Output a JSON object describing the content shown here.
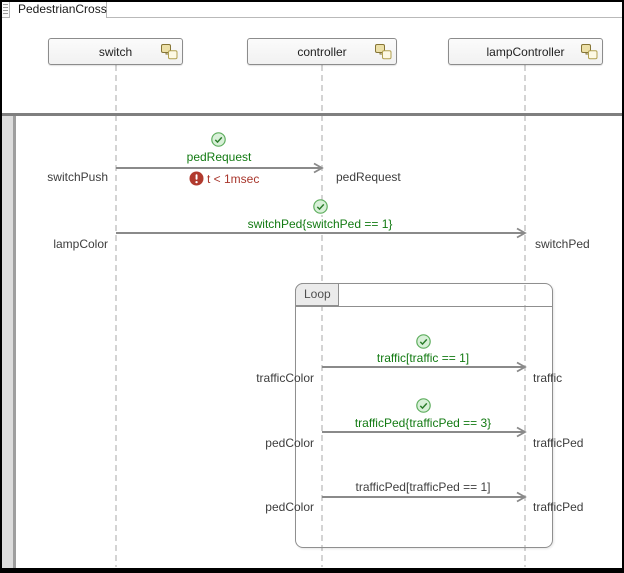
{
  "window": {
    "tab_title": "PedestrianCross"
  },
  "lifelines": [
    {
      "label": "switch"
    },
    {
      "label": "controller"
    },
    {
      "label": "lampController"
    }
  ],
  "fragment": {
    "operator": "Loop"
  },
  "messages": [
    {
      "label": "pedRequest",
      "source_label": "switchPush",
      "target_label": "pedRequest",
      "constraint": "t < 1msec",
      "status": "pass-with-violation"
    },
    {
      "label": "switchPed{switchPed == 1}",
      "source_label": "lampColor",
      "target_label": "switchPed",
      "status": "pass"
    },
    {
      "label": "traffic[traffic == 1]",
      "source_label": "trafficColor",
      "target_label": "traffic",
      "status": "pass"
    },
    {
      "label": "trafficPed{trafficPed == 3}",
      "source_label": "pedColor",
      "target_label": "trafficPed",
      "status": "pass"
    },
    {
      "label": "trafficPed[trafficPed == 1]",
      "source_label": "pedColor",
      "target_label": "trafficPed",
      "status": "unchecked"
    }
  ],
  "colors": {
    "pass_green": "#127a12",
    "violation_red": "#a8362c",
    "arrow_gray": "#8a8a8a",
    "lifeline_gray": "#c9c9c9"
  },
  "icons": {
    "pass": "check-circle-icon",
    "violation": "alert-circle-icon",
    "lifeline_badge": "component-badge-icon"
  }
}
